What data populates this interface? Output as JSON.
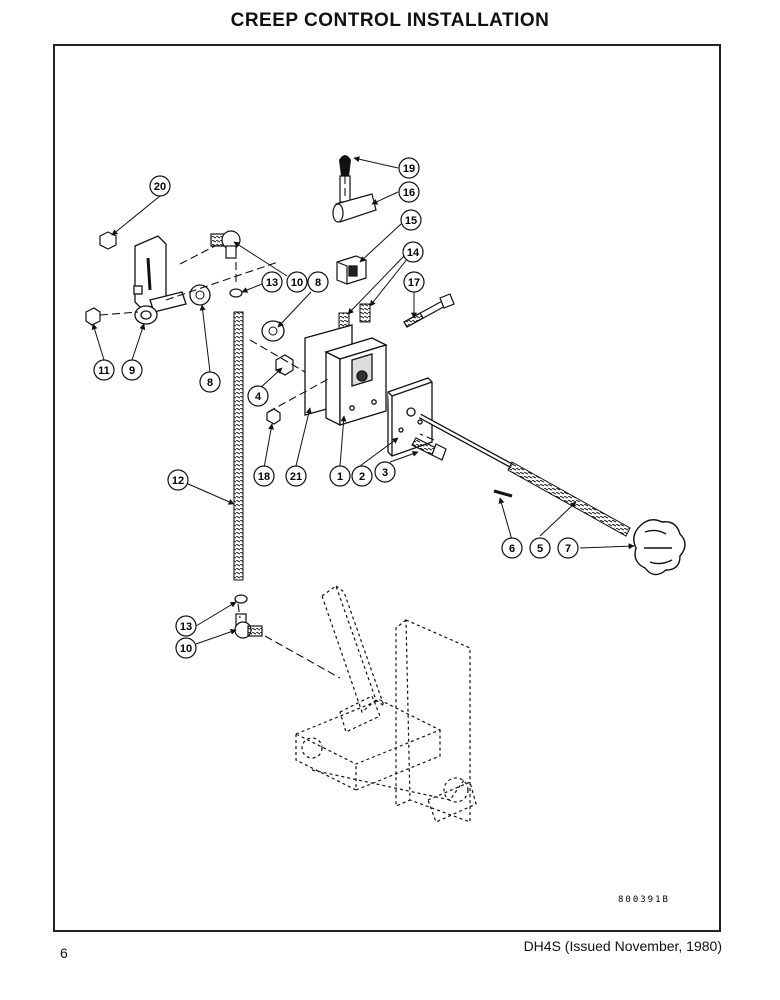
{
  "page": {
    "title": "CREEP CONTROL INSTALLATION",
    "page_number": "6",
    "doc_issue": "DH4S (Issued November, 1980)",
    "drawing_number": "800391B"
  },
  "callouts": [
    "1",
    "2",
    "3",
    "4",
    "5",
    "6",
    "7",
    "8",
    "8",
    "9",
    "10",
    "10",
    "11",
    "12",
    "13",
    "13",
    "14",
    "15",
    "16",
    "17",
    "18",
    "19",
    "20",
    "21"
  ]
}
